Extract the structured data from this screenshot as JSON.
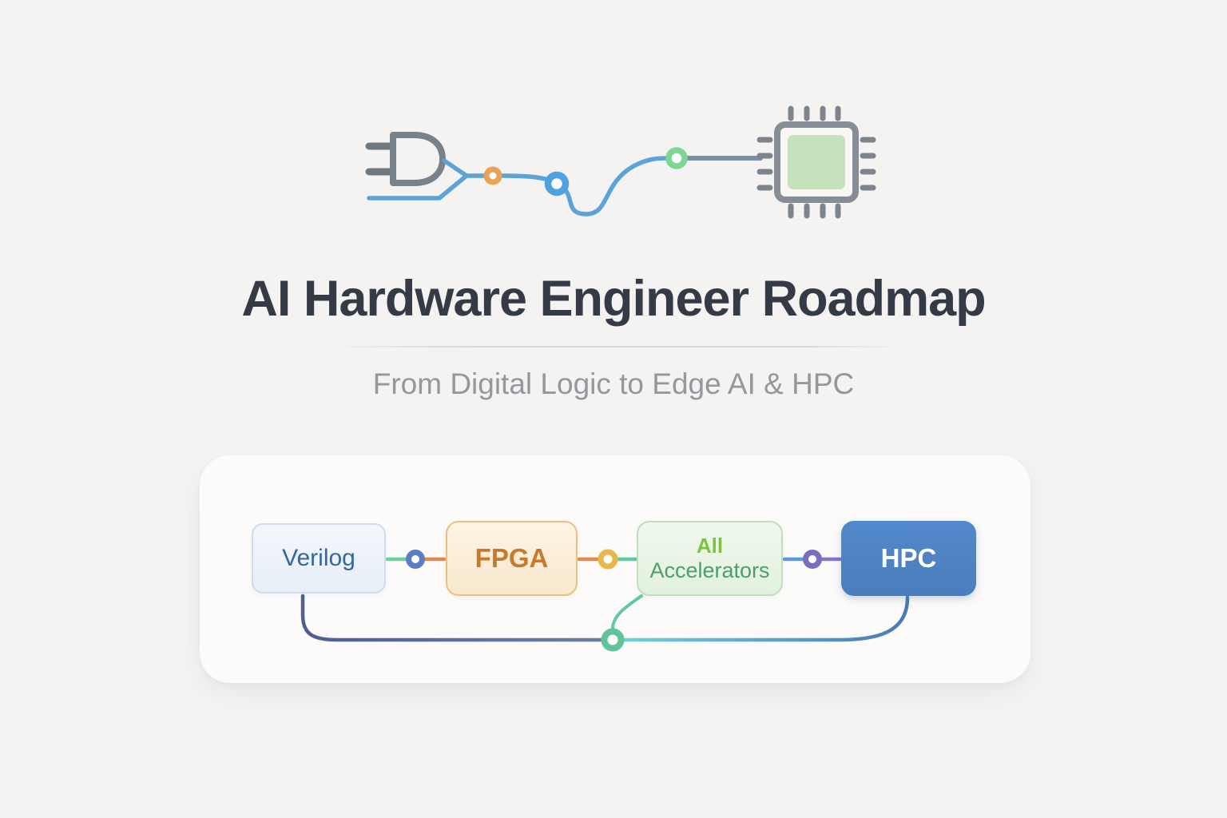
{
  "page": {
    "background_color": "#f4f3f1",
    "title": "AI Hardware Engineer Roadmap",
    "subtitle": "From Digital Logic to Edge AI & HPC"
  },
  "hero": {
    "and_gate_icon": "and-gate",
    "chip_icon": "microchip",
    "gate_color": "#79818b",
    "gate_pin_color": "#6f7781",
    "wire_color": "#5ba3d9",
    "bus_color": "#7a8fa6",
    "signal_nodes": [
      {
        "name": "orange-signal-node",
        "color": "#e8a355"
      },
      {
        "name": "blue-signal-node",
        "color": "#4da3e0"
      },
      {
        "name": "green-signal-node",
        "color": "#7ed692"
      }
    ],
    "chip": {
      "frame_color": "#868d96",
      "core_color": "#c6e3bd",
      "pin_color": "#7d848d"
    }
  },
  "roadmap": {
    "card_color": "#fcfbfa",
    "nodes": [
      {
        "id": "verilog",
        "label": "Verilog",
        "fill": "#edf3fa",
        "border": "#cddcee",
        "text_color": "#33679f"
      },
      {
        "id": "fpga",
        "label": "FPGA",
        "fill": "#fbefd9",
        "border": "#ecc07c",
        "text_color": "#c8792a"
      },
      {
        "id": "ai-accelerators",
        "label_line1": "All",
        "label_line2": "Accelerators",
        "fill": "#e9f5e6",
        "border": "#c2ddbb",
        "line1_color": "#7cc342",
        "line2_color": "#4d9e6b"
      },
      {
        "id": "hpc",
        "label": "HPC",
        "fill": "#4e85c5",
        "border": "#4e85c5",
        "text_color": "#ffffff"
      }
    ],
    "connectors": [
      {
        "ring_color": "#5b7fc4",
        "left_color": "#6fcf97",
        "right_color": "#dd8a50"
      },
      {
        "ring_color": "#e8b84b",
        "left_color": "#e08a4e",
        "right_color": "#5fc9a8"
      },
      {
        "ring_color": "#7a6fbf",
        "left_color": "#5a9bd5",
        "right_color": "#8278c8"
      }
    ],
    "feedback_loop": {
      "ring_color": "#5fc49a",
      "left_start_color": "#4f5e91",
      "left_end_color": "#6d7ca6",
      "right_start_color": "#6fd0dc",
      "right_end_color": "#4a7ab5",
      "branch_color": "#5fc9a8"
    }
  }
}
